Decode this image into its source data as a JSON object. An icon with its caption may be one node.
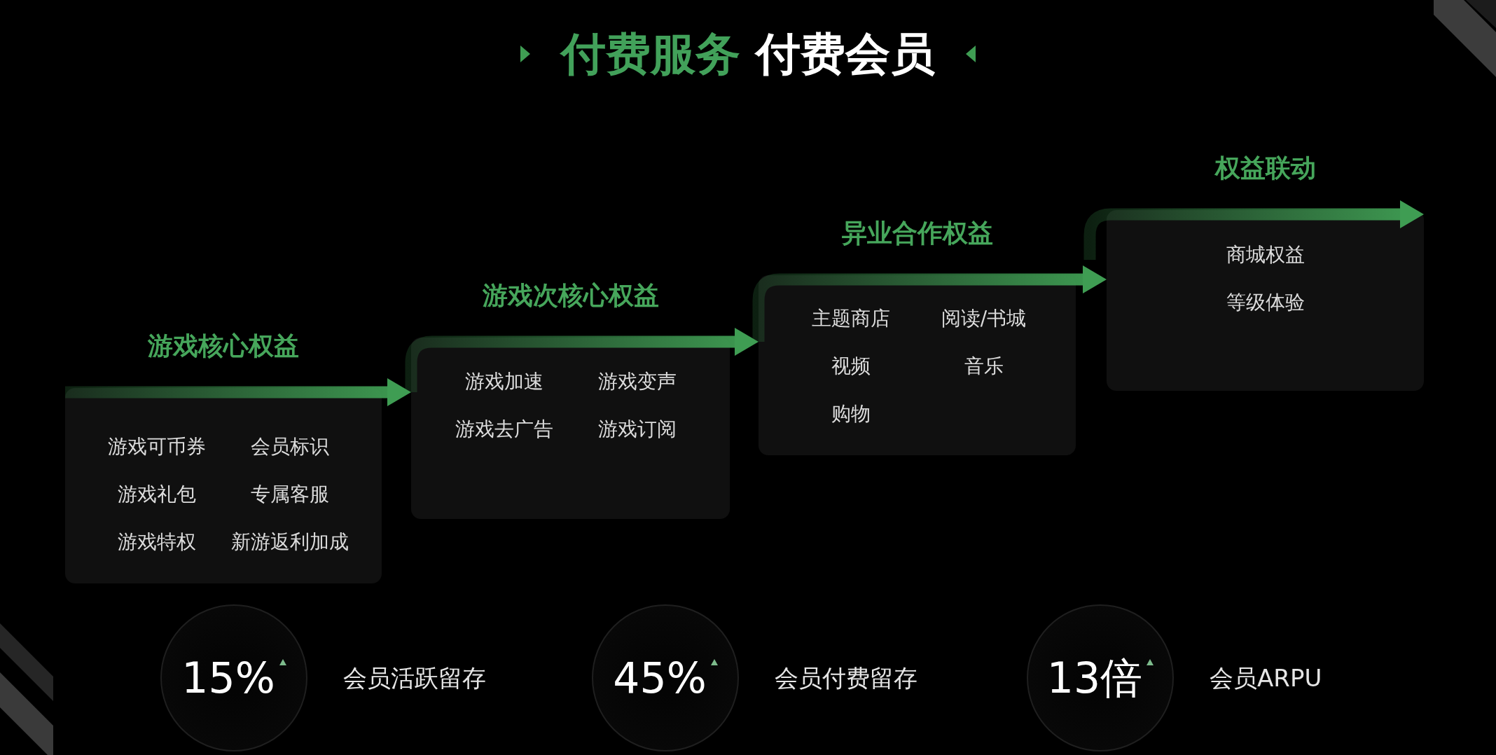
{
  "diagram": {
    "title": "付费服务 付费会员",
    "nodes": [
      {
        "text": [
          "游戏核心权益",
          "游戏可币券",
          "会员标识",
          "游戏礼包",
          "专属客服",
          "游戏特权",
          "新游返利加成"
        ]
      },
      {
        "text": [
          "游戏次核心权益",
          "游戏加速",
          "游戏变声",
          "游戏去广告",
          "游戏订阅"
        ]
      },
      {
        "text": [
          "异业合作权益",
          "主题商店",
          "阅读/书城",
          "视频",
          "音乐",
          "购物"
        ]
      },
      {
        "text": [
          "权益联动",
          "商城权益",
          "等级体验"
        ]
      },
      {
        "text": [
          "15%"
        ],
        "beside": [
          "会员活跃留存"
        ]
      },
      {
        "text": [
          "45%"
        ],
        "beside": [
          "会员付费留存"
        ]
      },
      {
        "text": [
          "13倍"
        ],
        "beside": [
          "会员ARPU"
        ]
      }
    ],
    "edges": [
      {
        "from": 0,
        "to": 1,
        "arrow": "to"
      },
      {
        "from": 1,
        "to": 2,
        "arrow": "to"
      },
      {
        "from": 2,
        "to": 3,
        "arrow": "to"
      },
      {
        "from": null,
        "to": 3,
        "arrow": "to"
      }
    ]
  }
}
